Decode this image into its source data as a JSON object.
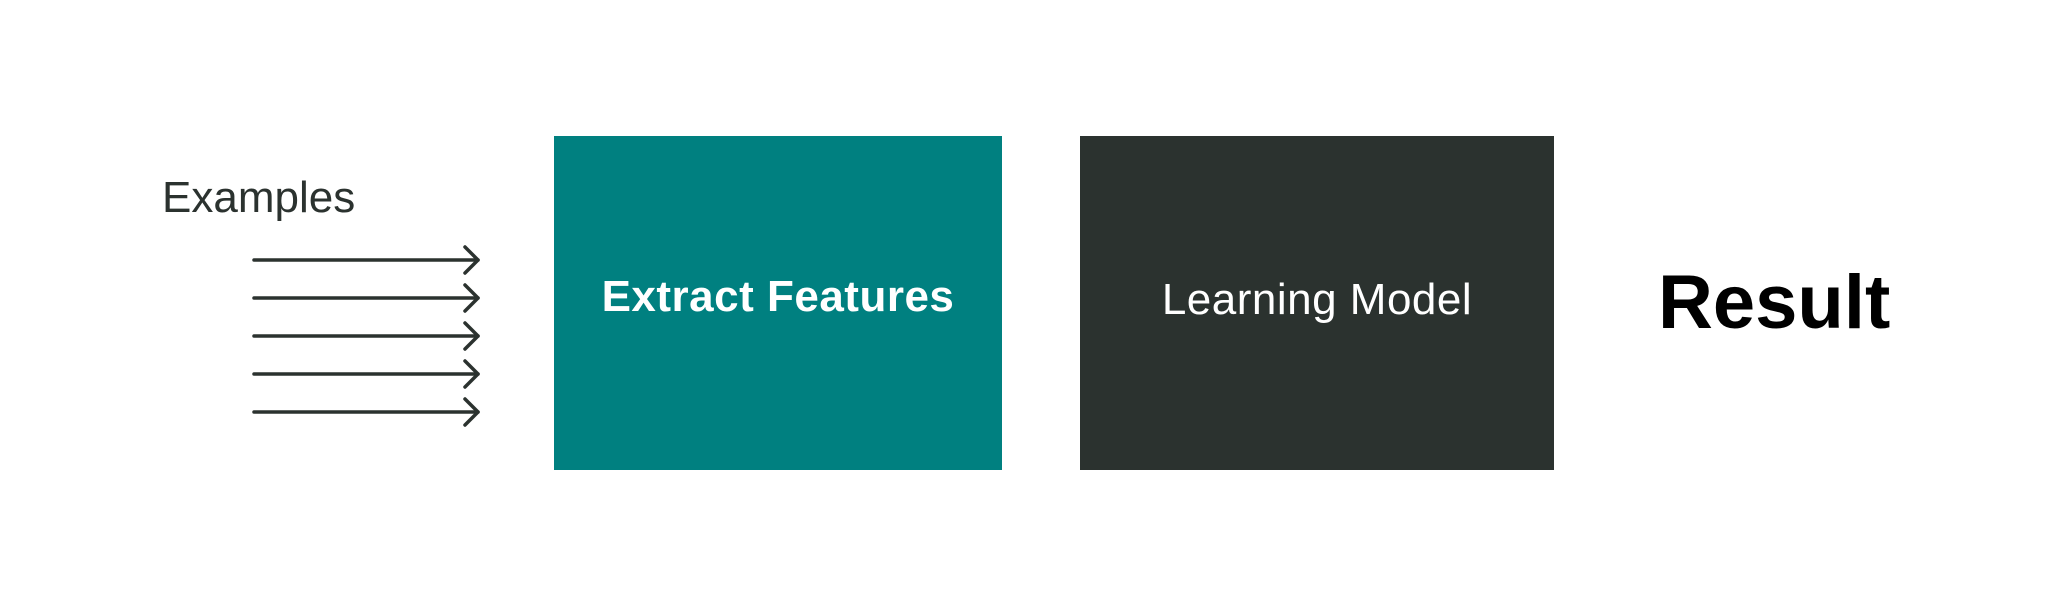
{
  "diagram": {
    "examples_label": "Examples",
    "arrow_count": 5,
    "stages": [
      {
        "label": "Extract Features",
        "color": "#008080"
      },
      {
        "label": "Learning Model",
        "color": "#2b322f"
      }
    ],
    "result_label": "Result",
    "arrow_color": "#2b322f"
  }
}
